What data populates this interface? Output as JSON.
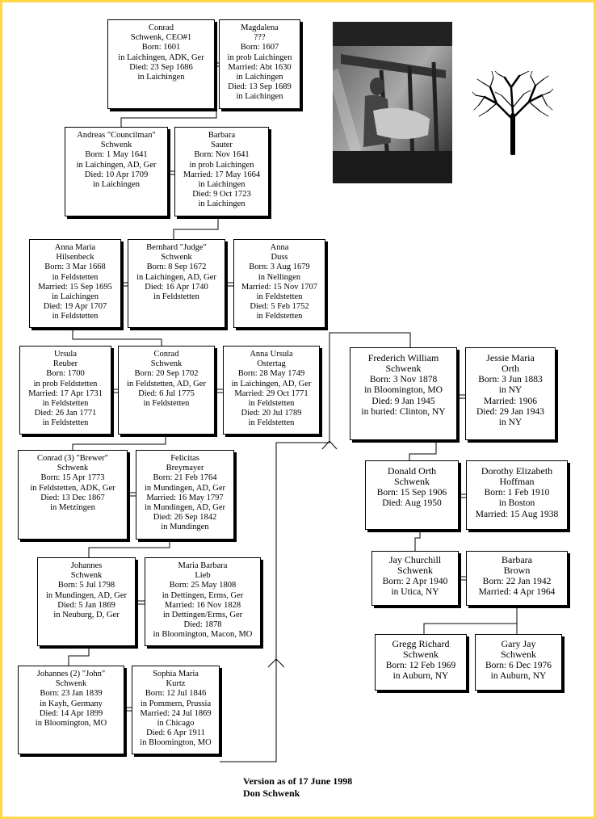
{
  "people": [
    {
      "id": "conrad-1601",
      "lines": [
        "Conrad",
        "Schwenk, CEO#1",
        "Born: 1601",
        "in Laichingen, ADK, Ger",
        "Died: 23 Sep 1686",
        "in Laichingen"
      ]
    },
    {
      "id": "magdalena",
      "lines": [
        "Magdalena",
        "???",
        "Born: 1607",
        "in prob Laichingen",
        "Married: Abt 1630",
        "in Laichingen",
        "Died: 13 Sep 1689",
        "in Laichingen"
      ]
    },
    {
      "id": "andreas",
      "lines": [
        "Andreas \"Councilman\"",
        "Schwenk",
        "Born: 1 May 1641",
        "in Laichingen, AD, Ger",
        "Died: 10 Apr 1709",
        "in Laichingen"
      ]
    },
    {
      "id": "barbara-sauter",
      "lines": [
        "Barbara",
        "Sauter",
        "Born: Nov 1641",
        "in prob Laichingen",
        "Married: 17 May 1664",
        "in Laichingen",
        "Died: 9 Oct 1723",
        "in Laichingen"
      ]
    },
    {
      "id": "anna-maria",
      "lines": [
        "Anna Maria",
        "Hilsenbeck",
        "Born: 3 Mar 1668",
        "in Feldstetten",
        "Married: 15 Sep 1695",
        "in Laichingen",
        "Died: 19 Apr 1707",
        "in Feldstetten"
      ]
    },
    {
      "id": "bernhard",
      "lines": [
        "Bernhard \"Judge\"",
        "Schwenk",
        "Born: 8 Sep 1672",
        "in Laichingen, AD, Ger",
        "Died: 16 Apr 1740",
        "in Feldstetten"
      ]
    },
    {
      "id": "anna-duss",
      "lines": [
        "Anna",
        "Duss",
        "Born: 3 Aug 1679",
        "in Nellingen",
        "Married: 15 Nov 1707",
        "in Feldstetten",
        "Died: 5 Feb 1752",
        "in Feldstetten"
      ]
    },
    {
      "id": "ursula",
      "lines": [
        "Ursula",
        "Reuber",
        "Born: 1700",
        "in prob Feldstetten",
        "Married: 17 Apr 1731",
        "in Feldstetten",
        "Died: 26 Jan 1771",
        "in Feldstetten"
      ]
    },
    {
      "id": "conrad-1702",
      "lines": [
        "Conrad",
        "Schwenk",
        "Born: 20 Sep 1702",
        "in Feldstetten, AD, Ger",
        "Died: 6 Jul 1775",
        "in Feldstetten"
      ]
    },
    {
      "id": "anna-ursula",
      "lines": [
        "Anna Ursula",
        "Ostertag",
        "Born: 28 May 1749",
        "in Laichingen, AD, Ger",
        "Married: 29 Oct 1771",
        "in Feldstetten",
        "Died: 20 Jul 1789",
        "in Feldstetten"
      ]
    },
    {
      "id": "conrad-brewer",
      "lines": [
        "Conrad (3) \"Brewer\"",
        "Schwenk",
        "Born: 15 Apr 1773",
        "in Feldstetten, ADK, Ger",
        "Died: 13 Dec 1867",
        "in Metzingen"
      ]
    },
    {
      "id": "felicitas",
      "lines": [
        "Felicitas",
        "Breymayer",
        "Born: 21 Feb 1764",
        "in Mundingen, AD, Ger",
        "Married: 16 May 1797",
        "in Mundingen, AD, Ger",
        "Died: 26 Sep 1842",
        "in Mundingen"
      ]
    },
    {
      "id": "johannes",
      "lines": [
        "Johannes",
        "Schwenk",
        "Born: 5 Jul 1798",
        "in Mundingen, AD, Ger",
        "Died: 5 Jan 1869",
        "in Neuburg, D, Ger"
      ]
    },
    {
      "id": "maria-barbara",
      "lines": [
        "Maria Barbara",
        "Lieb",
        "Born: 25 May 1808",
        "in Dettingen, Erms, Ger",
        "Married: 16 Nov 1828",
        "in Dettingen/Erms, Ger",
        "Died: 1878",
        "in Bloomington, Macon, MO"
      ]
    },
    {
      "id": "johannes-john",
      "lines": [
        "Johannes (2) \"John\"",
        "Schwenk",
        "Born: 23 Jan 1839",
        "in Kayh, Germany",
        "Died: 14 Apr 1899",
        "in Bloomington, MO"
      ]
    },
    {
      "id": "sophia",
      "lines": [
        "Sophia Maria",
        "Kurtz",
        "Born: 12 Jul 1846",
        "in Pommern, Prussia",
        "Married: 24 Jul 1869",
        "in Chicago",
        "Died: 6 Apr 1911",
        "in Bloomington, MO"
      ]
    },
    {
      "id": "frederich",
      "lines": [
        "Frederich William",
        "Schwenk",
        "Born: 3 Nov 1878",
        "in Bloomington, MO",
        "Died: 9 Jan 1945",
        "in buried: Clinton, NY"
      ]
    },
    {
      "id": "jessie",
      "lines": [
        "Jessie Maria",
        "Orth",
        "Born: 3 Jun 1883",
        "in NY",
        "Married: 1906",
        "Died: 29 Jan 1943",
        "in NY"
      ]
    },
    {
      "id": "donald",
      "lines": [
        "Donald Orth",
        "Schwenk",
        "Born: 15 Sep 1906",
        "Died: Aug 1950"
      ]
    },
    {
      "id": "dorothy",
      "lines": [
        "Dorothy Elizabeth",
        "Hoffman",
        "Born: 1 Feb 1910",
        "in Boston",
        "Married: 15 Aug 1938"
      ]
    },
    {
      "id": "jay-churchill",
      "lines": [
        "Jay Churchill",
        "Schwenk",
        "Born: 2 Apr 1940",
        "in Utica, NY"
      ]
    },
    {
      "id": "barbara-brown",
      "lines": [
        "Barbara",
        "Brown",
        "Born: 22 Jan 1942",
        "Married: 4 Apr 1964"
      ]
    },
    {
      "id": "gregg",
      "lines": [
        "Gregg Richard",
        "Schwenk",
        "Born: 12 Feb 1969",
        "in Auburn, NY"
      ]
    },
    {
      "id": "gary",
      "lines": [
        "Gary Jay",
        "Schwenk",
        "Born: 6 Dec 1976",
        "in Auburn, NY"
      ]
    }
  ],
  "footer": {
    "version": "Version as of 17 June 1998",
    "author": "Don Schwenk"
  },
  "photo": {
    "alt": "weaver-at-loom-photo"
  },
  "colors": {
    "frame": "#ffd84a",
    "lines": "#000000"
  }
}
